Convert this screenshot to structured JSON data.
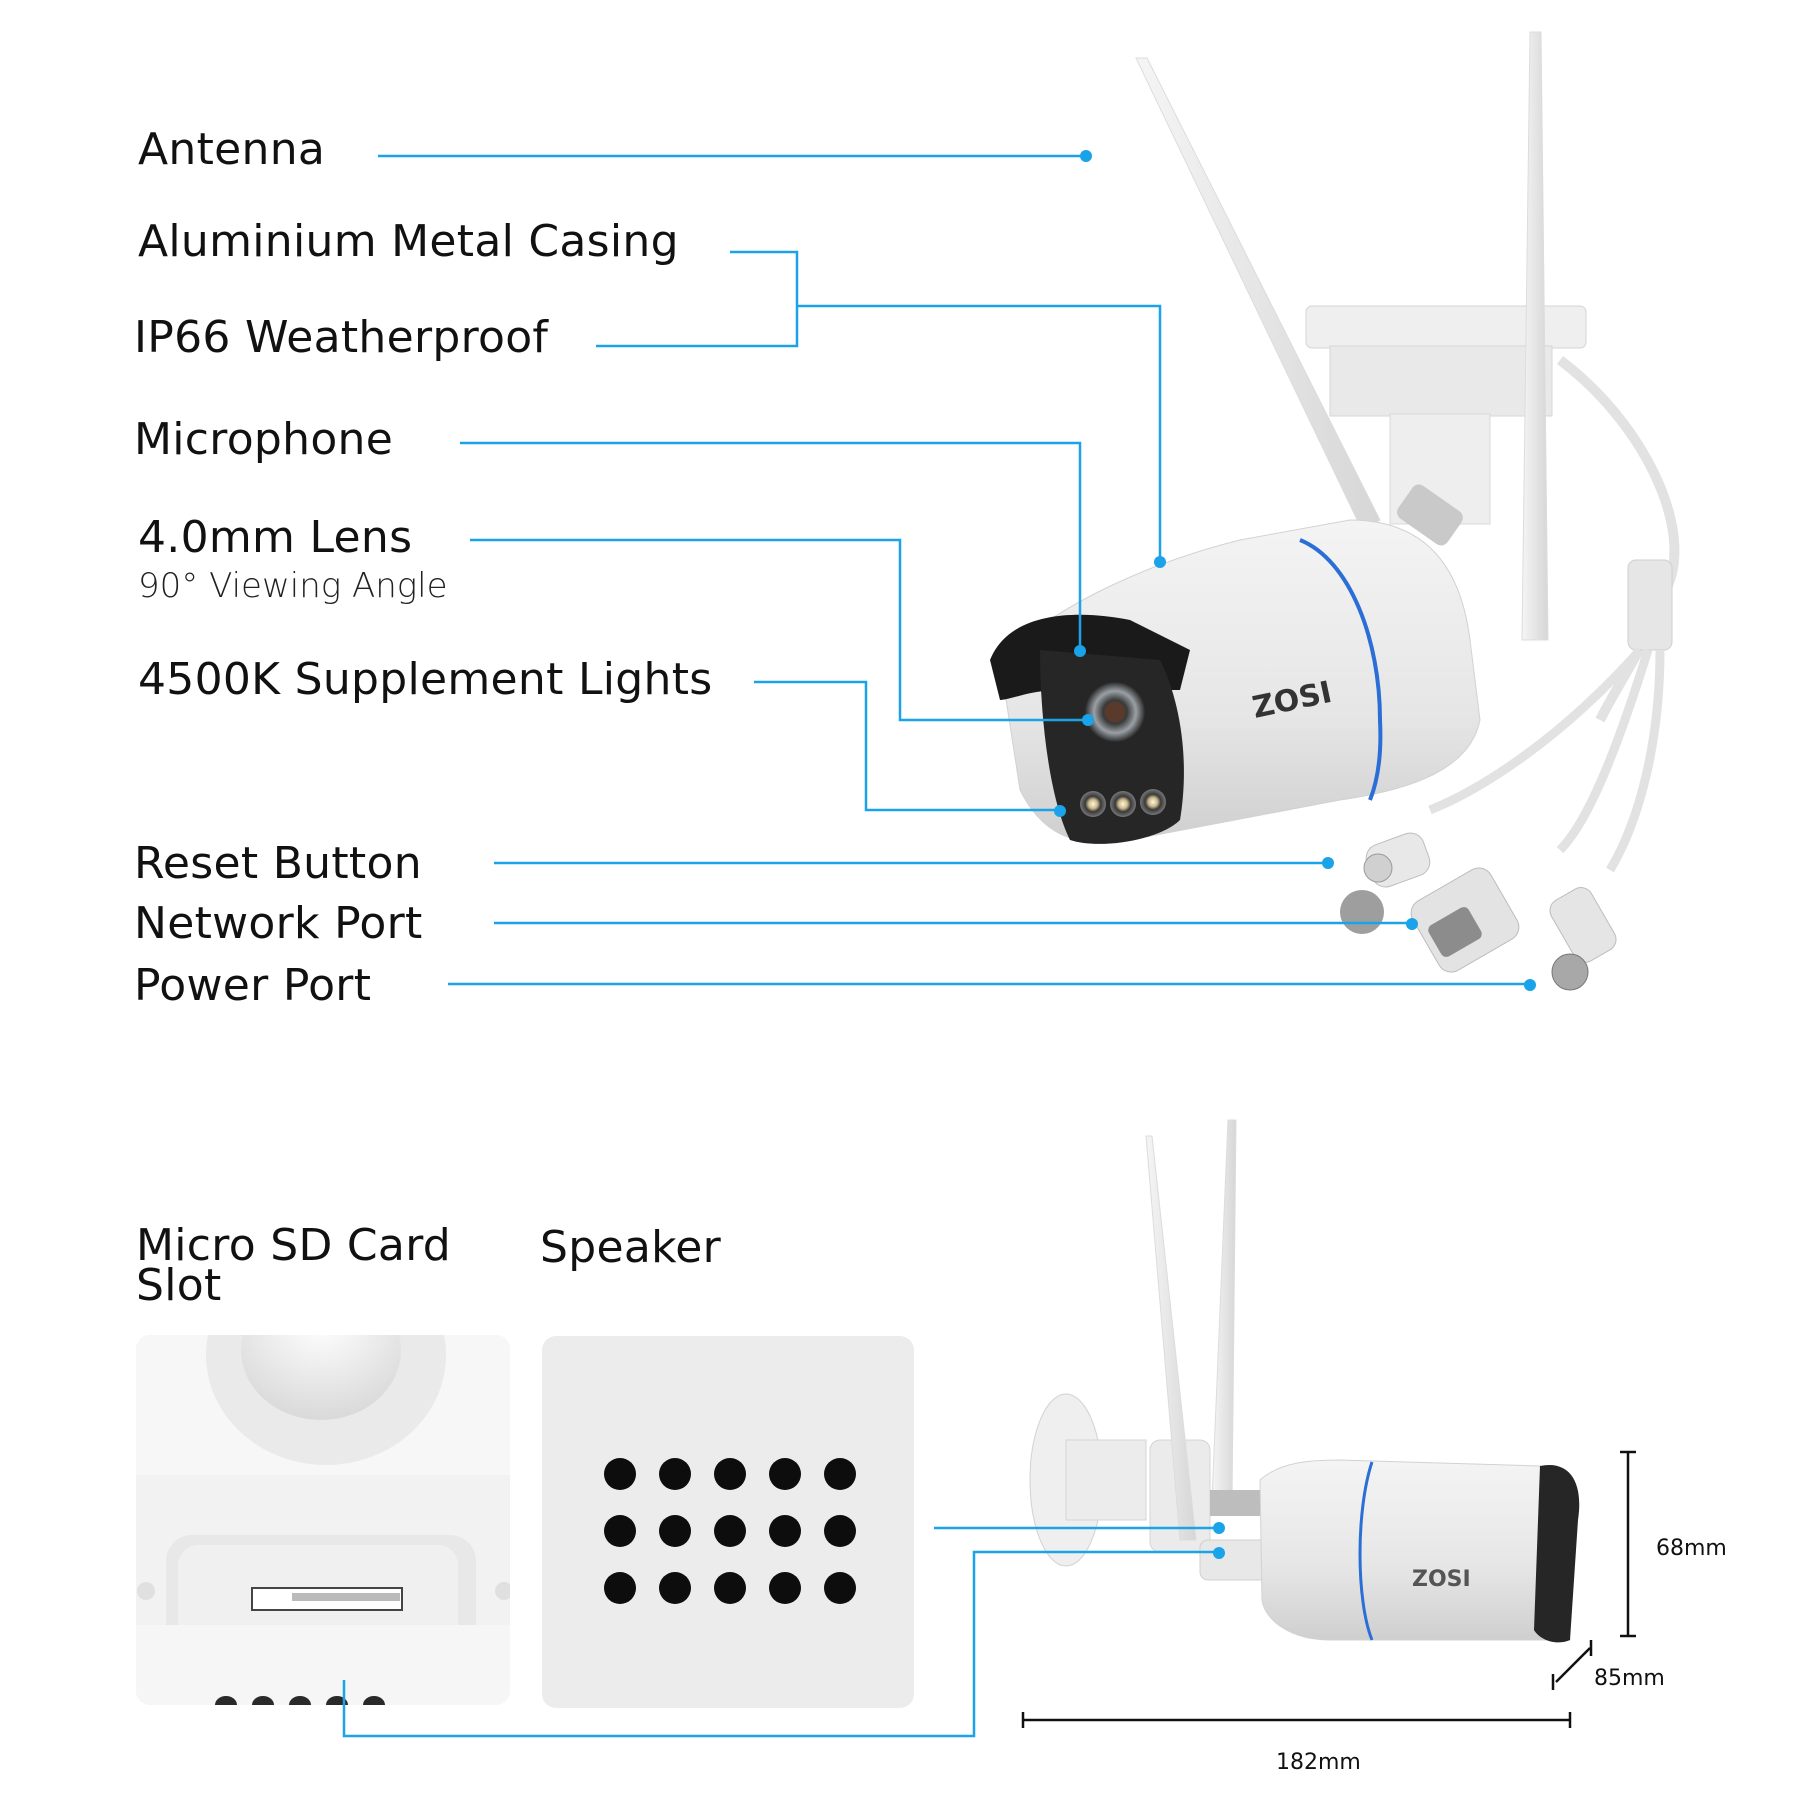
{
  "brand": "ZOSI",
  "accent_color": "#1aa3e8",
  "callouts": {
    "antenna": "Antenna",
    "casing": "Aluminium Metal Casing",
    "weatherproof": "IP66 Weatherproof",
    "microphone": "Microphone",
    "lens": "4.0mm Lens",
    "lens_sub": "90° Viewing Angle",
    "lights": "4500K Supplement Lights",
    "reset": "Reset Button",
    "network": "Network Port",
    "power": "Power Port",
    "sd_card": "Micro SD Card",
    "sd_card_line2": "Slot",
    "speaker": "Speaker"
  },
  "dimensions": {
    "height": "68mm",
    "depth": "85mm",
    "length": "182mm"
  }
}
